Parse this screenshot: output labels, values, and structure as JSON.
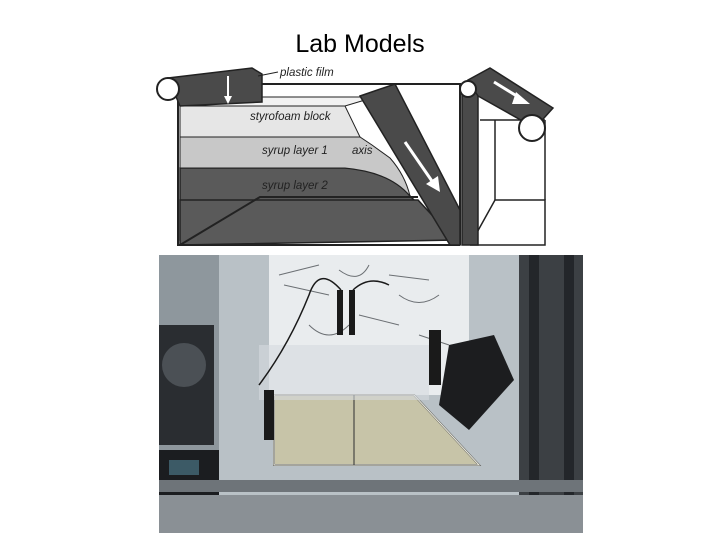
{
  "title": "Lab Models",
  "diagram": {
    "labels": {
      "plastic_film": "plastic film",
      "styrofoam_block": "styrofoam block",
      "syrup_layer_1": "syrup layer 1",
      "axis": "axis",
      "syrup_layer_2": "syrup layer 2"
    },
    "colors": {
      "frame": "#222222",
      "syrup_layer_2": "#5a5a5a",
      "syrup_layer_1": "#c8c8c8",
      "styrofoam": "#e6e6e6",
      "belt": "#4a4a4a",
      "arrow": "#ffffff"
    }
  },
  "photo": {
    "description_icon": "lab-apparatus-photo"
  }
}
